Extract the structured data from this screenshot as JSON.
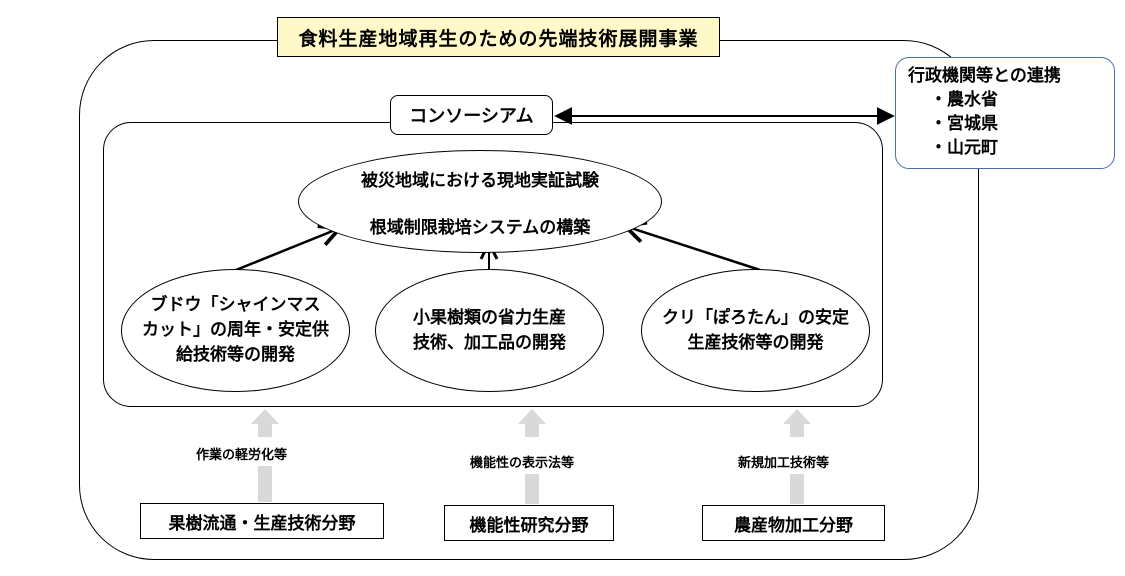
{
  "title": "食料生産地域再生のための先端技術展開事業",
  "consortium": "コンソーシアム",
  "government": {
    "heading": "行政機関等との連携",
    "items": [
      "・農水省",
      "・宮城県",
      "・山元町"
    ]
  },
  "goal": {
    "line1": "被災地域における現地実証試験",
    "line2": "根域制限栽培システムの構築"
  },
  "projects": {
    "grape": [
      "ブドウ「シャインマス",
      "カット」の周年・安定供",
      "給技術等の開発"
    ],
    "small_fruit": [
      "小果樹類の省力生産",
      "技術、加工品の開発"
    ],
    "chestnut": [
      "クリ「ぽろたん」の安定",
      "生産技術等の開発"
    ]
  },
  "arrow_labels": {
    "labor": "作業の軽労化等",
    "functional": "機能性の表示法等",
    "processing": "新規加工技術等"
  },
  "fields": {
    "fruit": "果樹流通・生産技術分野",
    "functional": "機能性研究分野",
    "processing": "農産物加工分野"
  },
  "colors": {
    "title_bg": "#fff9c9",
    "gov_border": "#4a6fa8",
    "up_arrow": "#d9d9d9"
  }
}
